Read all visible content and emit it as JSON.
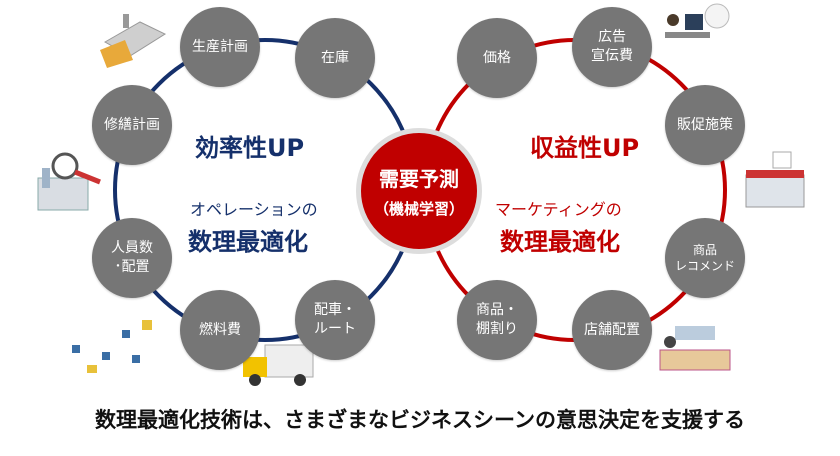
{
  "center": {
    "line1": "需要予測",
    "line2": "（機械学習）"
  },
  "left": {
    "headline": "効率性UP",
    "sub": "オペレーションの",
    "main": "数理最適化",
    "nodes": [
      "生産計画",
      "在庫",
      "修繕計画",
      "人員数\n･配置",
      "燃料費",
      "配車・\nルート"
    ]
  },
  "right": {
    "headline": "収益性UP",
    "sub": "マーケティングの",
    "main": "数理最適化",
    "nodes": [
      "価格",
      "広告\n宣伝費",
      "販促施策",
      "商品\nレコメンド",
      "商品・\n棚割り",
      "店舗配置"
    ]
  },
  "footer": "数理最適化技術は、さまざまなビジネスシーンの意思決定を支援する",
  "colors": {
    "left_ring": "#15306b",
    "right_ring": "#c00000",
    "node": "#767676",
    "center": "#c00000"
  }
}
